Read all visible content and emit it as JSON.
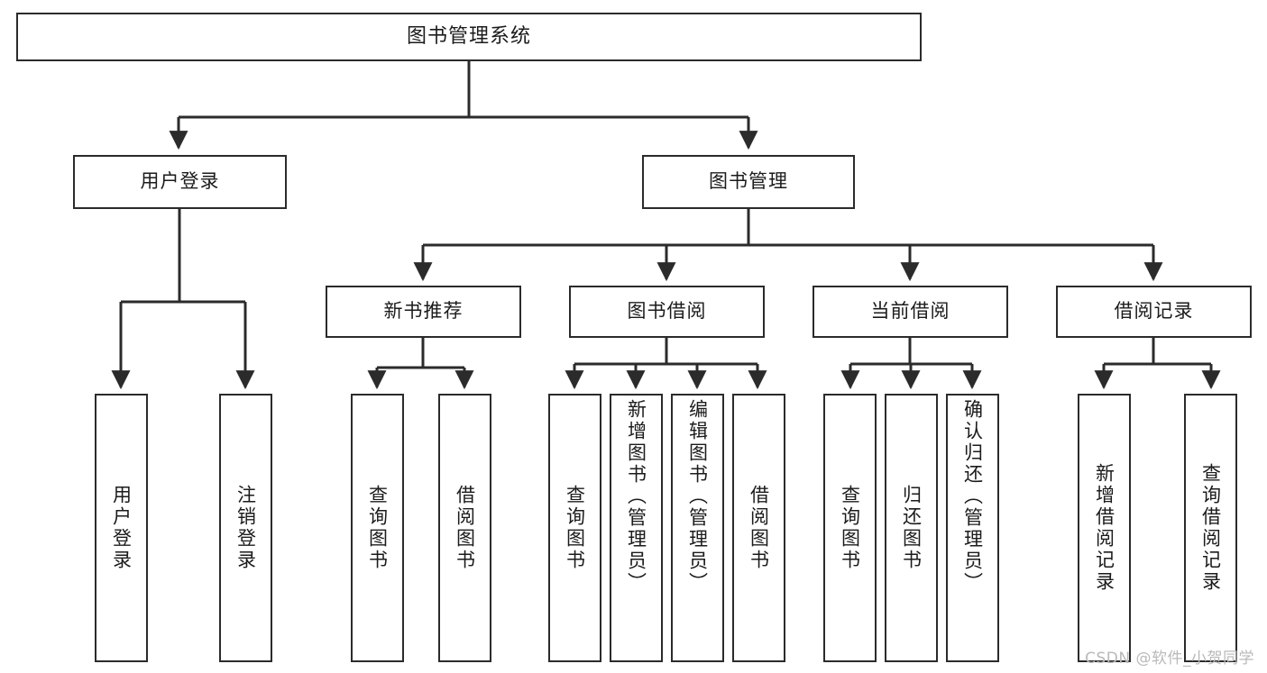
{
  "diagram": {
    "title": "图书管理系统",
    "type": "tree-hierarchy-chart",
    "watermark": "CSDN @软件_小贺同学",
    "colors": {
      "stroke": "#2b2b2b",
      "fill": "#ffffff",
      "text": "#1b1b1b",
      "watermark": "#b9b9b9"
    },
    "nodes": {
      "root": {
        "label": "图书管理系统"
      },
      "level2": [
        {
          "id": "user-login",
          "label": "用户登录"
        },
        {
          "id": "book-manage",
          "label": "图书管理"
        }
      ],
      "level3": [
        {
          "id": "new-book-recommend",
          "label": "新书推荐"
        },
        {
          "id": "book-borrow",
          "label": "图书借阅"
        },
        {
          "id": "current-borrow",
          "label": "当前借阅"
        },
        {
          "id": "borrow-record",
          "label": "借阅记录"
        }
      ],
      "leaves": {
        "user_login": [
          {
            "id": "leaf-user-login",
            "label": "用户登录"
          },
          {
            "id": "leaf-user-logout",
            "label": "注销登录"
          }
        ],
        "new_book_recommend": [
          {
            "id": "leaf-query-book-1",
            "label": "查询图书"
          },
          {
            "id": "leaf-borrow-book-1",
            "label": "借阅图书"
          }
        ],
        "book_borrow": [
          {
            "id": "leaf-query-book-2",
            "label": "查询图书"
          },
          {
            "id": "leaf-add-book",
            "label": "新增图书（管理员）"
          },
          {
            "id": "leaf-edit-book",
            "label": "编辑图书（管理员）"
          },
          {
            "id": "leaf-borrow-book-2",
            "label": "借阅图书"
          }
        ],
        "current_borrow": [
          {
            "id": "leaf-query-book-3",
            "label": "查询图书"
          },
          {
            "id": "leaf-return-book",
            "label": "归还图书"
          },
          {
            "id": "leaf-confirm-return",
            "label": "确认归还（管理员）"
          }
        ],
        "borrow_record": [
          {
            "id": "leaf-add-record",
            "label": "新增借阅记录"
          },
          {
            "id": "leaf-query-record",
            "label": "查询借阅记录"
          }
        ]
      }
    }
  }
}
